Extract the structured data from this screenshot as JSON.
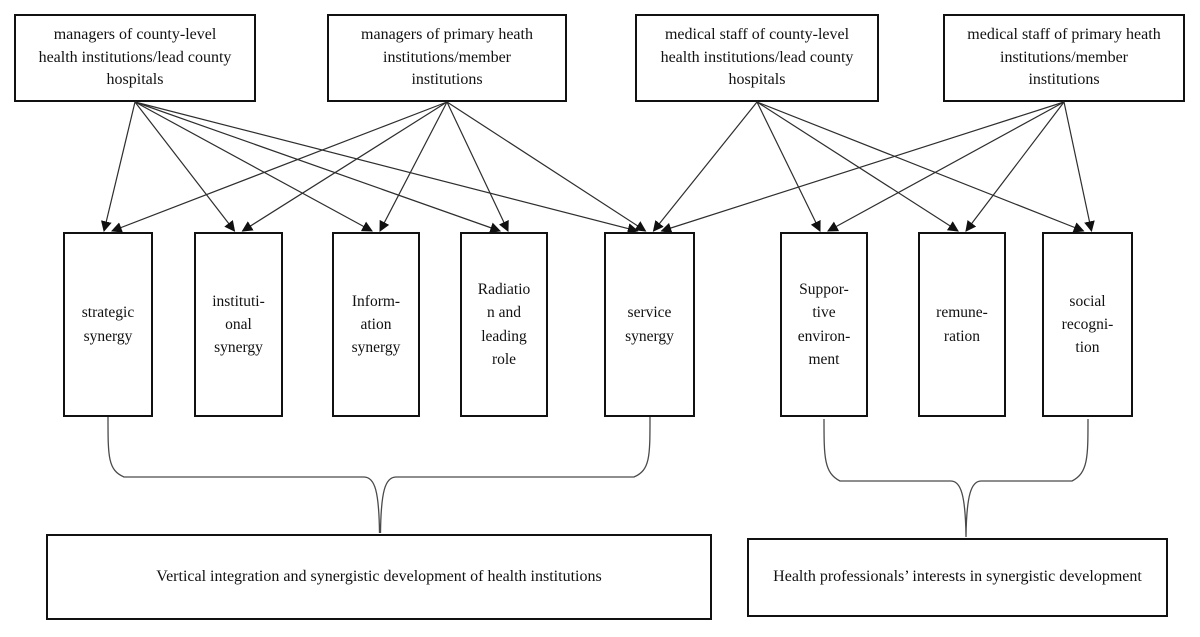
{
  "diagram": {
    "top_boxes": [
      {
        "id": "t1",
        "label": "managers of county-level\nhealth institutions/lead county\nhospitals"
      },
      {
        "id": "t2",
        "label": "managers of primary heath\ninstitutions/member\ninstitutions"
      },
      {
        "id": "t3",
        "label": "medical staff of county-level\nhealth institutions/lead county\nhospitals"
      },
      {
        "id": "t4",
        "label": "medical staff of primary heath\ninstitutions/member\ninstitutions"
      }
    ],
    "middle_boxes": [
      {
        "id": "m1",
        "label": "strategic\nsynergy"
      },
      {
        "id": "m2",
        "label": "instituti-\nonal\nsynergy"
      },
      {
        "id": "m3",
        "label": "Inform-\nation\nsynergy"
      },
      {
        "id": "m4",
        "label": "Radiatio\nn and\nleading\nrole"
      },
      {
        "id": "m5",
        "label": "service\nsynergy"
      },
      {
        "id": "m6",
        "label": "Suppor-\ntive\nenviron-\nment"
      },
      {
        "id": "m7",
        "label": "remune-\nration"
      },
      {
        "id": "m8",
        "label": "social\nrecogni-\ntion"
      }
    ],
    "bottom_boxes": [
      {
        "id": "b1",
        "label": "Vertical integration and synergistic development of health institutions"
      },
      {
        "id": "b2",
        "label": "Health professionals’ interests in synergistic development"
      }
    ],
    "edges": [
      {
        "from": "t1",
        "to": "m1"
      },
      {
        "from": "t2",
        "to": "m1"
      },
      {
        "from": "t1",
        "to": "m2"
      },
      {
        "from": "t2",
        "to": "m2"
      },
      {
        "from": "t1",
        "to": "m3"
      },
      {
        "from": "t2",
        "to": "m3"
      },
      {
        "from": "t1",
        "to": "m4"
      },
      {
        "from": "t2",
        "to": "m4"
      },
      {
        "from": "t1",
        "to": "m5"
      },
      {
        "from": "t2",
        "to": "m5"
      },
      {
        "from": "t3",
        "to": "m5"
      },
      {
        "from": "t4",
        "to": "m5"
      },
      {
        "from": "t3",
        "to": "m6"
      },
      {
        "from": "t4",
        "to": "m6"
      },
      {
        "from": "t3",
        "to": "m7"
      },
      {
        "from": "t4",
        "to": "m7"
      },
      {
        "from": "t3",
        "to": "m8"
      },
      {
        "from": "t4",
        "to": "m8"
      }
    ],
    "colors": {
      "background": "#ffffff",
      "box_border": "#111111",
      "text": "#111111",
      "arrow_line": "#2e2e2e",
      "arrow_head": "#111111",
      "brace": "#4a4a4a"
    }
  }
}
